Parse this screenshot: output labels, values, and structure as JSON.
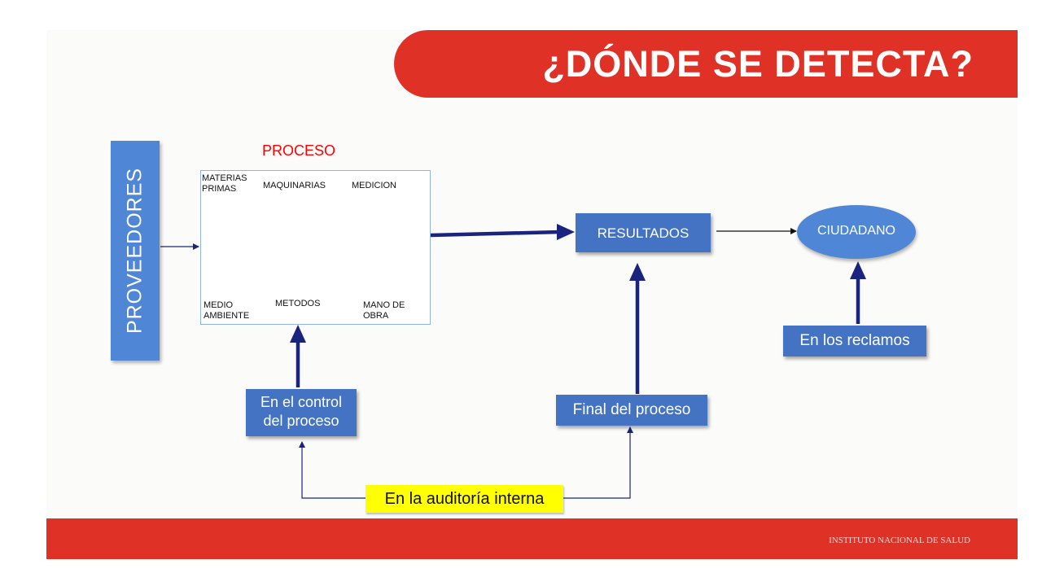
{
  "header": {
    "title": "¿DÓNDE SE DETECTA?"
  },
  "footer": {
    "institution": "INSTITUTO NACIONAL DE SALUD"
  },
  "diagram": {
    "suppliers": "PROVEEDORES",
    "process_title": "PROCESO",
    "fishbone": {
      "top_labels": [
        "MATERIAS\nPRIMAS",
        "MAQUINARIAS",
        "MEDICION"
      ],
      "bottom_labels": [
        "MEDIO\nAMBIENTE",
        "METODOS",
        "MANO DE\nOBRA"
      ]
    },
    "results": "RESULTADOS",
    "citizen": "CIUDADANO",
    "detection_points": {
      "process_control": "En el control\ndel proceso",
      "end_of_process": "Final del proceso",
      "complaints": "En los reclamos",
      "internal_audit": "En la auditoría interna"
    }
  },
  "colors": {
    "accent_red": "#e03127",
    "box_blue": "#4473c4",
    "arrow_navy": "#1a237e",
    "highlight_yellow": "#ffff00"
  }
}
